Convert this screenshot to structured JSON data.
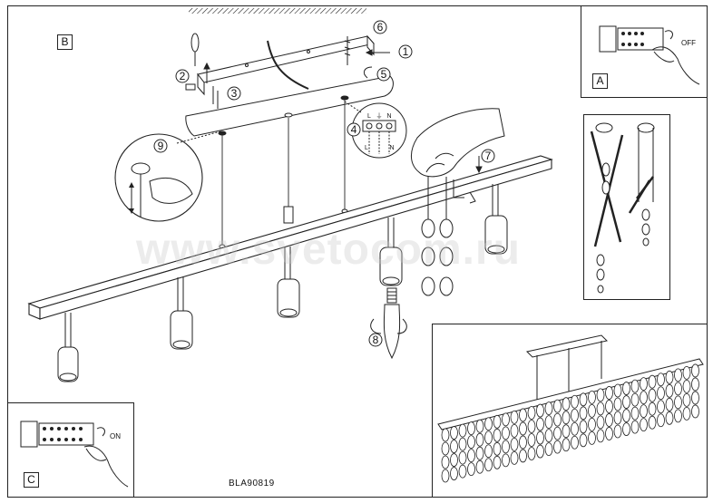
{
  "watermark": "www.svetocom.ru",
  "model_code": "BLA90819",
  "panels": {
    "main_label": "B",
    "switch_off": {
      "label": "A",
      "switch_text": "OFF"
    },
    "switch_on": {
      "label": "C",
      "switch_text": "ON"
    }
  },
  "terminal_labels": {
    "top": [
      "L",
      "⏚",
      "N"
    ],
    "bottom": [
      "L",
      "N"
    ]
  },
  "steps": [
    "1",
    "2",
    "3",
    "4",
    "5",
    "6",
    "7",
    "8",
    "9"
  ]
}
